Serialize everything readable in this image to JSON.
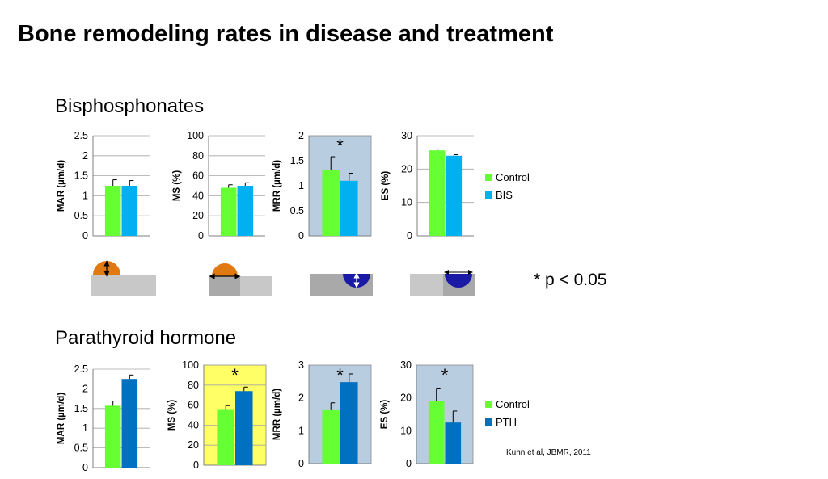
{
  "title": "Bone remodeling rates in disease and treatment",
  "sections": {
    "bis": "Bisphosphonates",
    "pth": "Parathyroid hormone"
  },
  "legend": {
    "bis": [
      {
        "label": "Control",
        "color": "#66ff33"
      },
      {
        "label": "BIS",
        "color": "#00b0f0"
      }
    ],
    "pth": [
      {
        "label": "Control",
        "color": "#66ff33"
      },
      {
        "label": "PTH",
        "color": "#0070c0"
      }
    ]
  },
  "significance_note": "* p < 0.05",
  "citation": "Kuhn et al, JBMR, 2011",
  "chart_data": [
    {
      "type": "bar",
      "group": "bis",
      "ylabel": "MAR (µm/d)",
      "ylim": [
        0,
        2.5
      ],
      "yticks": [
        "0",
        "0.5",
        "1",
        "1.5",
        "2",
        "2.5"
      ],
      "series": [
        {
          "name": "Control",
          "values": [
            1.25
          ],
          "error": [
            0.15
          ]
        },
        {
          "name": "BIS",
          "values": [
            1.25
          ],
          "error": [
            0.13
          ]
        }
      ],
      "grid": true,
      "significant": false,
      "background": "#ffffff"
    },
    {
      "type": "bar",
      "group": "bis",
      "ylabel": "MS (%)",
      "ylim": [
        0,
        100
      ],
      "yticks": [
        "0",
        "20",
        "40",
        "60",
        "80",
        "100"
      ],
      "series": [
        {
          "name": "Control",
          "values": [
            48
          ],
          "error": [
            3
          ]
        },
        {
          "name": "BIS",
          "values": [
            50
          ],
          "error": [
            3
          ]
        }
      ],
      "grid": true,
      "significant": false,
      "background": "#ffffff"
    },
    {
      "type": "bar",
      "group": "bis",
      "ylabel": "MRR (µm/d)",
      "ylim": [
        0,
        2
      ],
      "yticks": [
        "0",
        "0.5",
        "1",
        "1.5",
        "2"
      ],
      "series": [
        {
          "name": "Control",
          "values": [
            1.32
          ],
          "error": [
            0.26
          ]
        },
        {
          "name": "BIS",
          "values": [
            1.1
          ],
          "error": [
            0.15
          ]
        }
      ],
      "grid": false,
      "significant": true,
      "background": "#b9cde0"
    },
    {
      "type": "bar",
      "group": "bis",
      "ylabel": "ES (%)",
      "ylim": [
        0,
        30
      ],
      "yticks": [
        "0",
        "10",
        "20",
        "30"
      ],
      "series": [
        {
          "name": "Control",
          "values": [
            25.6
          ],
          "error": [
            0.4
          ]
        },
        {
          "name": "BIS",
          "values": [
            24
          ],
          "error": [
            0.3
          ]
        }
      ],
      "grid": true,
      "significant": false,
      "background": "#ffffff"
    },
    {
      "type": "bar",
      "group": "pth",
      "ylabel": "MAR (µm/d)",
      "ylim": [
        0,
        2.5
      ],
      "yticks": [
        "0",
        "0.5",
        "1",
        "1.5",
        "2",
        "2.5"
      ],
      "series": [
        {
          "name": "Control",
          "values": [
            1.57
          ],
          "error": [
            0.12
          ]
        },
        {
          "name": "PTH",
          "values": [
            2.25
          ],
          "error": [
            0.1
          ]
        }
      ],
      "grid": true,
      "significant": false,
      "background": "#ffffff"
    },
    {
      "type": "bar",
      "group": "pth",
      "ylabel": "MS (%)",
      "ylim": [
        0,
        100
      ],
      "yticks": [
        "0",
        "20",
        "40",
        "60",
        "80",
        "100"
      ],
      "series": [
        {
          "name": "Control",
          "values": [
            56
          ],
          "error": [
            3.5
          ]
        },
        {
          "name": "PTH",
          "values": [
            74
          ],
          "error": [
            4
          ]
        }
      ],
      "grid": true,
      "significant": true,
      "background": "#ffff66"
    },
    {
      "type": "bar",
      "group": "pth",
      "ylabel": "MRR (µm/d)",
      "ylim": [
        0,
        3
      ],
      "yticks": [
        "0",
        "1",
        "2",
        "3"
      ],
      "series": [
        {
          "name": "Control",
          "values": [
            1.65
          ],
          "error": [
            0.2
          ]
        },
        {
          "name": "PTH",
          "values": [
            2.48
          ],
          "error": [
            0.25
          ]
        }
      ],
      "grid": false,
      "significant": true,
      "background": "#b9cde0"
    },
    {
      "type": "bar",
      "group": "pth",
      "ylabel": "ES (%)",
      "ylim": [
        0,
        30
      ],
      "yticks": [
        "0",
        "10",
        "20",
        "30"
      ],
      "series": [
        {
          "name": "Control",
          "values": [
            19
          ],
          "error": [
            4
          ]
        },
        {
          "name": "PTH",
          "values": [
            12.5
          ],
          "error": [
            3.5
          ]
        }
      ],
      "grid": false,
      "significant": true,
      "background": "#b9cde0"
    }
  ]
}
